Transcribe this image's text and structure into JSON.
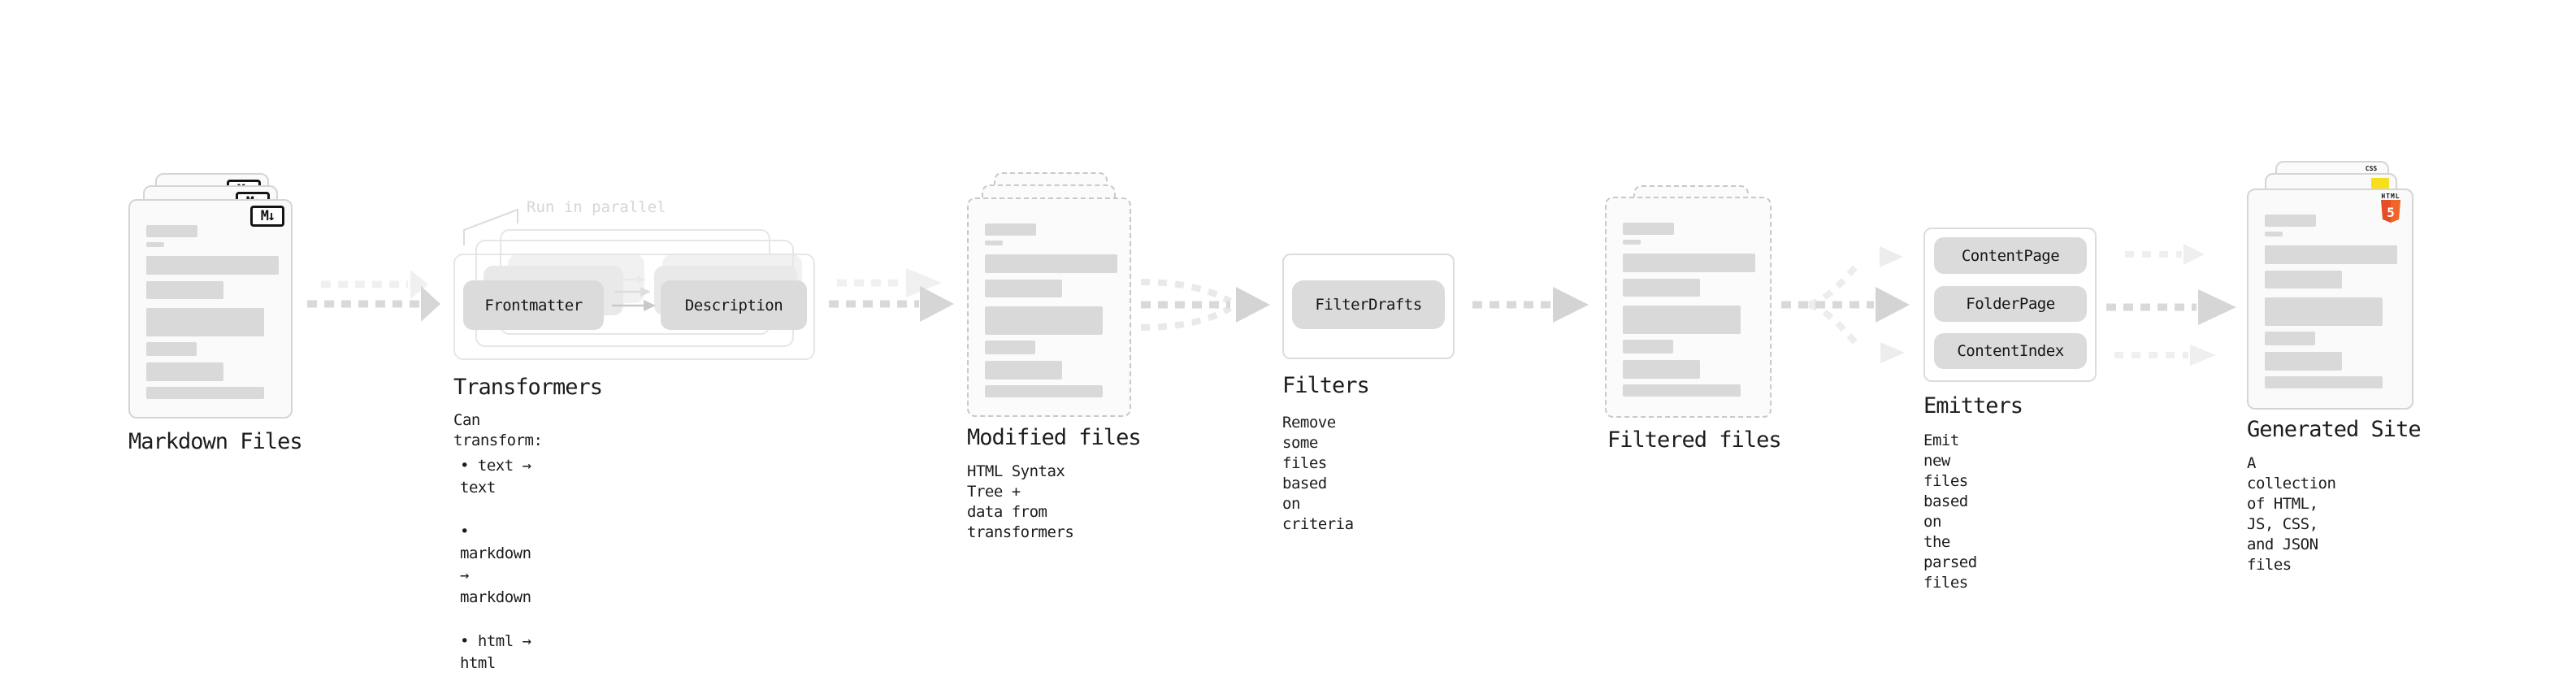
{
  "diagram": {
    "markdown_files": {
      "label": "Markdown Files",
      "badge": "M↓"
    },
    "transformers": {
      "annotation": "Run in parallel",
      "frontmatter_button": "Frontmatter",
      "description_button": "Description",
      "label": "Transformers",
      "sublabel": "Can transform:",
      "bullets": [
        "• text → text",
        "• markdown → markdown",
        "• html → html"
      ]
    },
    "modified_files": {
      "label": "Modified files",
      "description": "HTML Syntax Tree +\ndata from transformers"
    },
    "filters": {
      "button": "FilterDrafts",
      "label": "Filters",
      "description": "Remove some files based\non criteria"
    },
    "filtered_files": {
      "label": "Filtered files"
    },
    "emitters": {
      "buttons": [
        "ContentPage",
        "FolderPage",
        "ContentIndex"
      ],
      "label": "Emitters",
      "description": "Emit new files based on\nthe parsed files"
    },
    "generated_site": {
      "label": "Generated Site",
      "description": "A collection of HTML,\nJS, CSS, and JSON files",
      "html_badge_word": "HTML",
      "html_badge_number": "5",
      "css_badge": "CSS"
    }
  },
  "colors": {
    "markdown_badge": "#141414",
    "html5_orange": "#e44d26",
    "html5_orange_light": "#f16529",
    "js_yellow": "#f7df1e",
    "css_blue": "#2760e5",
    "bar_gray": "#d9d9d9",
    "arrow_gray": "#d9d9d9",
    "arrow_ghost": "#efefef"
  }
}
